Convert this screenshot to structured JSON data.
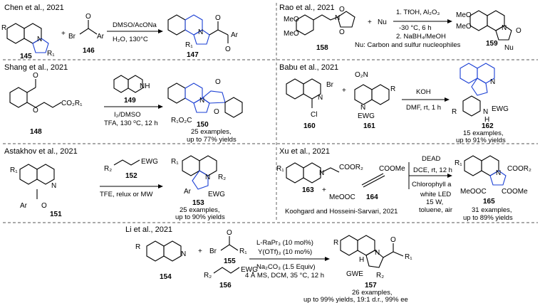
{
  "colors": {
    "highlight": "#1a3fd4",
    "ink": "#000000",
    "divider": "#555555"
  },
  "panels": [
    {
      "title": "Chen et al., 2021",
      "compounds": [
        "145",
        "146",
        "147"
      ],
      "conditions": [
        "DMSO/AcONa",
        "H₂O, 130°C"
      ],
      "atoms": [
        "R",
        "N",
        "R₁",
        "Br",
        "O",
        "Ar",
        "+",
        "N",
        "R₁",
        "O",
        "O",
        "Ar"
      ],
      "results": []
    },
    {
      "title": "Rao et al., 2021",
      "compounds": [
        "158",
        "159"
      ],
      "conditions": [
        "1. TfOH, Al₂O₃",
        "-30 °C, 6 h",
        "2. NaBH₄/MeOH"
      ],
      "note": "Nu: Carbon and sulfur nucleophiles",
      "atoms": [
        "MeO",
        "MeO",
        "N",
        "O",
        "O",
        "+",
        "Nu",
        "MeO",
        "MeO",
        "N",
        "O",
        "Nu"
      ],
      "results": []
    },
    {
      "title": "Shang et al., 2021",
      "compounds": [
        "148",
        "149",
        "150"
      ],
      "conditions": [
        "I₂/DMSO",
        "TFA, 130 ⁰C, 12 h"
      ],
      "atoms": [
        "O",
        "O",
        "CO₂R₁",
        "NH",
        "N",
        "O",
        "O",
        "R₁O₂C"
      ],
      "results": [
        "25 examples,",
        "up to 77% yields"
      ]
    },
    {
      "title": "Babu et al., 2021",
      "compounds": [
        "160",
        "161",
        "162"
      ],
      "conditions": [
        "KOH",
        "DMF, rt, 1 h"
      ],
      "atoms": [
        "N",
        "Br",
        "Cl",
        "+",
        "O₂N",
        "N",
        "EWG",
        "R",
        "N",
        "R",
        "N",
        "H",
        "EWG"
      ],
      "results": [
        "15 examples,",
        "up to 91% yields"
      ]
    },
    {
      "title": "Astakhov et al., 2021",
      "compounds": [
        "151",
        "152",
        "153"
      ],
      "conditions": [
        "TFE, relux or MW"
      ],
      "atoms": [
        "R₁",
        "N",
        "Ar",
        "O",
        "R₂",
        "EWG",
        "R₁",
        "N",
        "R₂",
        "Ar",
        "EWG"
      ],
      "results": [
        "25 examples,",
        "up to 90% yields"
      ]
    },
    {
      "title": "Xu et al., 2021",
      "compounds": [
        "163",
        "164",
        "165"
      ],
      "conditions": [
        "DEAD",
        "DCE, rt, 12 h",
        "Chlorophyll a",
        "white LED",
        "15 W,",
        "toluene, air"
      ],
      "note": "Koohgard and Hosseini-Sarvari, 2021",
      "atoms": [
        "R₁",
        "N",
        "COOR₂",
        "+",
        "MeOOC",
        "COOMe",
        "R₁",
        "N",
        "COOR₂",
        "MeOOC",
        "COOMe"
      ],
      "results": [
        "31 examples,",
        "up to 89% yields"
      ]
    },
    {
      "title": "Li et al., 2021",
      "compounds": [
        "154",
        "155",
        "156",
        "157"
      ],
      "conditions": [
        "L-RaPr₃ (10 mol%)",
        "Y(OTf)₃ (10 mo%)",
        "Na₂CO₃ (1.5 Equiv)",
        "4 Å MS, DCM, 35 °C, 12 h"
      ],
      "atoms": [
        "R",
        "N",
        "+",
        "Br",
        "O",
        "R₁",
        "R₂",
        "EWG",
        "R",
        "H",
        "N",
        "O",
        "R₁",
        "GWE",
        "R₂"
      ],
      "results": [
        "26 examples,",
        "up to 99% yields, 19:1 d.r., 99% ee"
      ]
    }
  ]
}
